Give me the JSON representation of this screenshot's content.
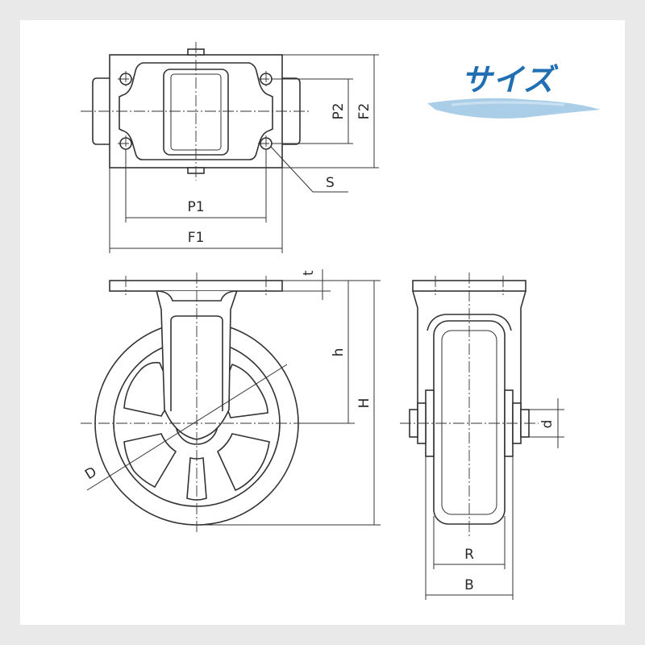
{
  "title": "サイズ",
  "colors": {
    "title": "#1f6fb2",
    "brush": "#9cc6e4",
    "line": "#333333"
  },
  "labels": {
    "p1": "P1",
    "f1": "F1",
    "p2": "P2",
    "f2": "F2",
    "s": "S",
    "t": "t",
    "h_small": "h",
    "h_big": "H",
    "d_small": "d",
    "d_big": "D",
    "r": "R",
    "b": "B"
  }
}
